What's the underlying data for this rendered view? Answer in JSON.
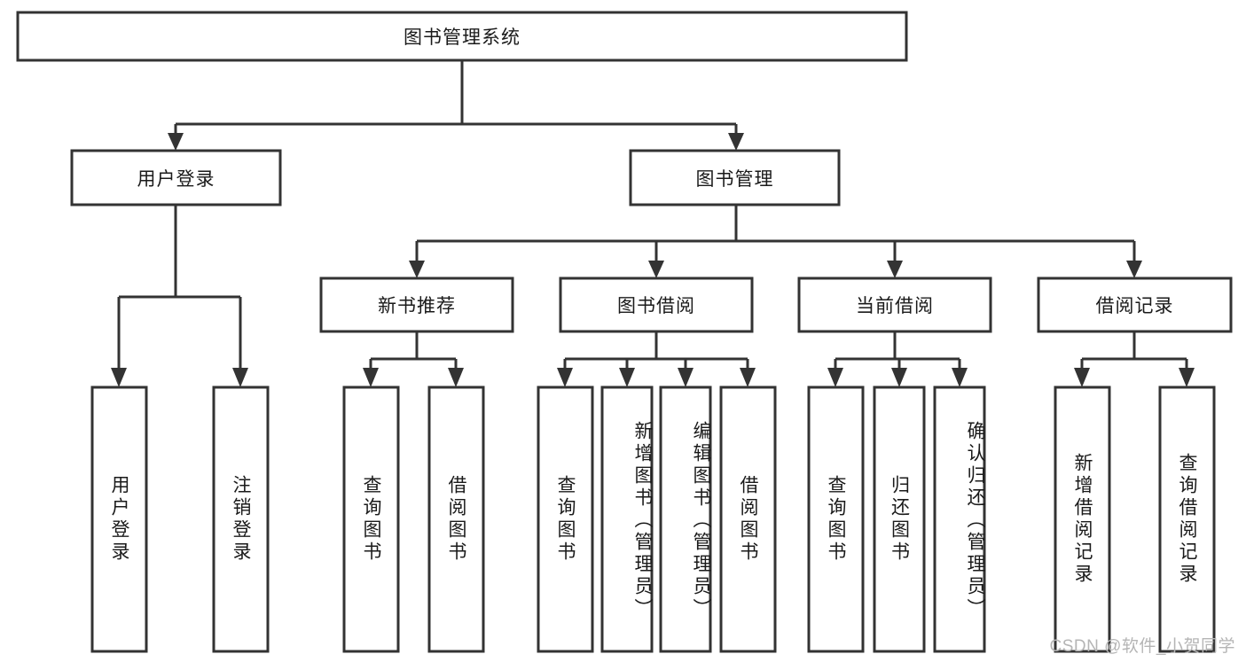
{
  "diagram": {
    "title_node": {
      "label": "图书管理系统"
    },
    "level1": [
      {
        "label": "用户登录"
      },
      {
        "label": "图书管理"
      }
    ],
    "level2": [
      {
        "label": "新书推荐"
      },
      {
        "label": "图书借阅"
      },
      {
        "label": "当前借阅"
      },
      {
        "label": "借阅记录"
      }
    ],
    "leaves": {
      "user_login": [
        {
          "label": "用户登录"
        },
        {
          "label": "注销登录"
        }
      ],
      "new_book_recommend": [
        {
          "label": "查询图书"
        },
        {
          "label": "借阅图书"
        }
      ],
      "book_borrow": [
        {
          "label": "查询图书"
        },
        {
          "label": "新增图书（管理员）"
        },
        {
          "label": "编辑图书（管理员）"
        },
        {
          "label": "借阅图书"
        }
      ],
      "current_borrow": [
        {
          "label": "查询图书"
        },
        {
          "label": "归还图书"
        },
        {
          "label": "确认归还（管理员）"
        }
      ],
      "borrow_record": [
        {
          "label": "新增借阅记录"
        },
        {
          "label": "查询借阅记录"
        }
      ]
    },
    "watermark": {
      "text": "CSDN @软件_小贺同学"
    },
    "colors": {
      "stroke": "#333333",
      "fill": "#ffffff",
      "text": "#1a1a1a",
      "watermark": "#b5b5b5"
    }
  }
}
